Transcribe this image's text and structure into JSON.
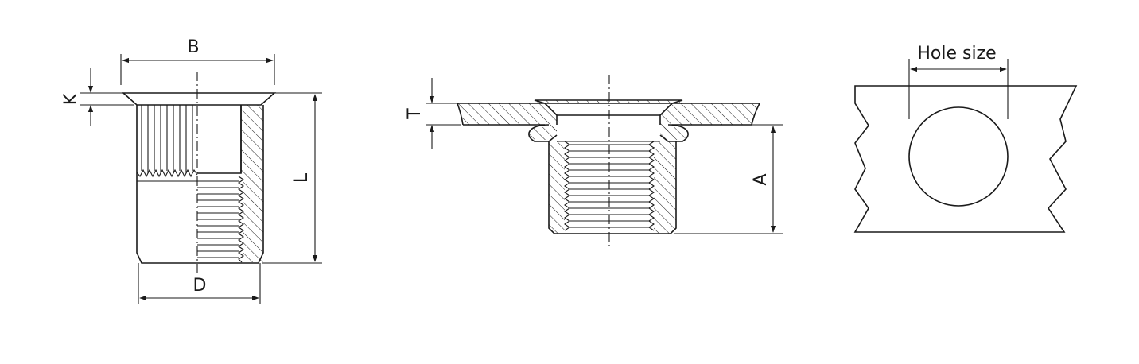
{
  "labels": {
    "b": "B",
    "k": "K",
    "l": "L",
    "d": "D",
    "t": "T",
    "a": "A",
    "hole_size": "Hole size"
  }
}
